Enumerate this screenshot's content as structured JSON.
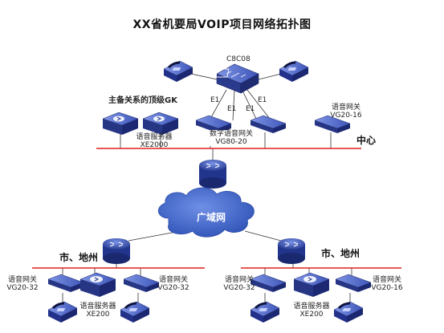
{
  "title": "XX省机要局VOIP项目网络拓扑图",
  "central": {
    "router_label": "C8C08",
    "link_labels": [
      "E1",
      "E1",
      "E1",
      "E1"
    ],
    "gk_label": "主备关系的顶级GK",
    "voice_server": {
      "name": "语音服务器",
      "model": "XE2000"
    },
    "digital_gateway": {
      "name": "数字语音网关",
      "model": "VG80-20"
    },
    "voice_gateway": {
      "name": "语音网关",
      "model": "VG20-16"
    },
    "center_label": "中心"
  },
  "wan_label": "广域网",
  "branches": [
    {
      "label": "市、地州",
      "gateway_left": {
        "name": "语音网关",
        "model": "VG20-32"
      },
      "gateway_right": {
        "name": "语音网关",
        "model": "VG20-32"
      },
      "voice_server": {
        "name": "语音服务器",
        "model": "XE200"
      }
    },
    {
      "label": "市、地州",
      "gateway_left": {
        "name": "语音网关",
        "model": "VG20-32"
      },
      "gateway_right": {
        "name": "语音网关",
        "model": "VG20-16"
      },
      "voice_server": {
        "name": "语音服务器",
        "model": "XE200"
      }
    }
  ],
  "colors": {
    "device_dark": "#2a3a8c",
    "device_light": "#4a63c8",
    "bus_red": "#e0201a",
    "line_gray": "#333333",
    "cloud_blue": "#3f67c9"
  }
}
